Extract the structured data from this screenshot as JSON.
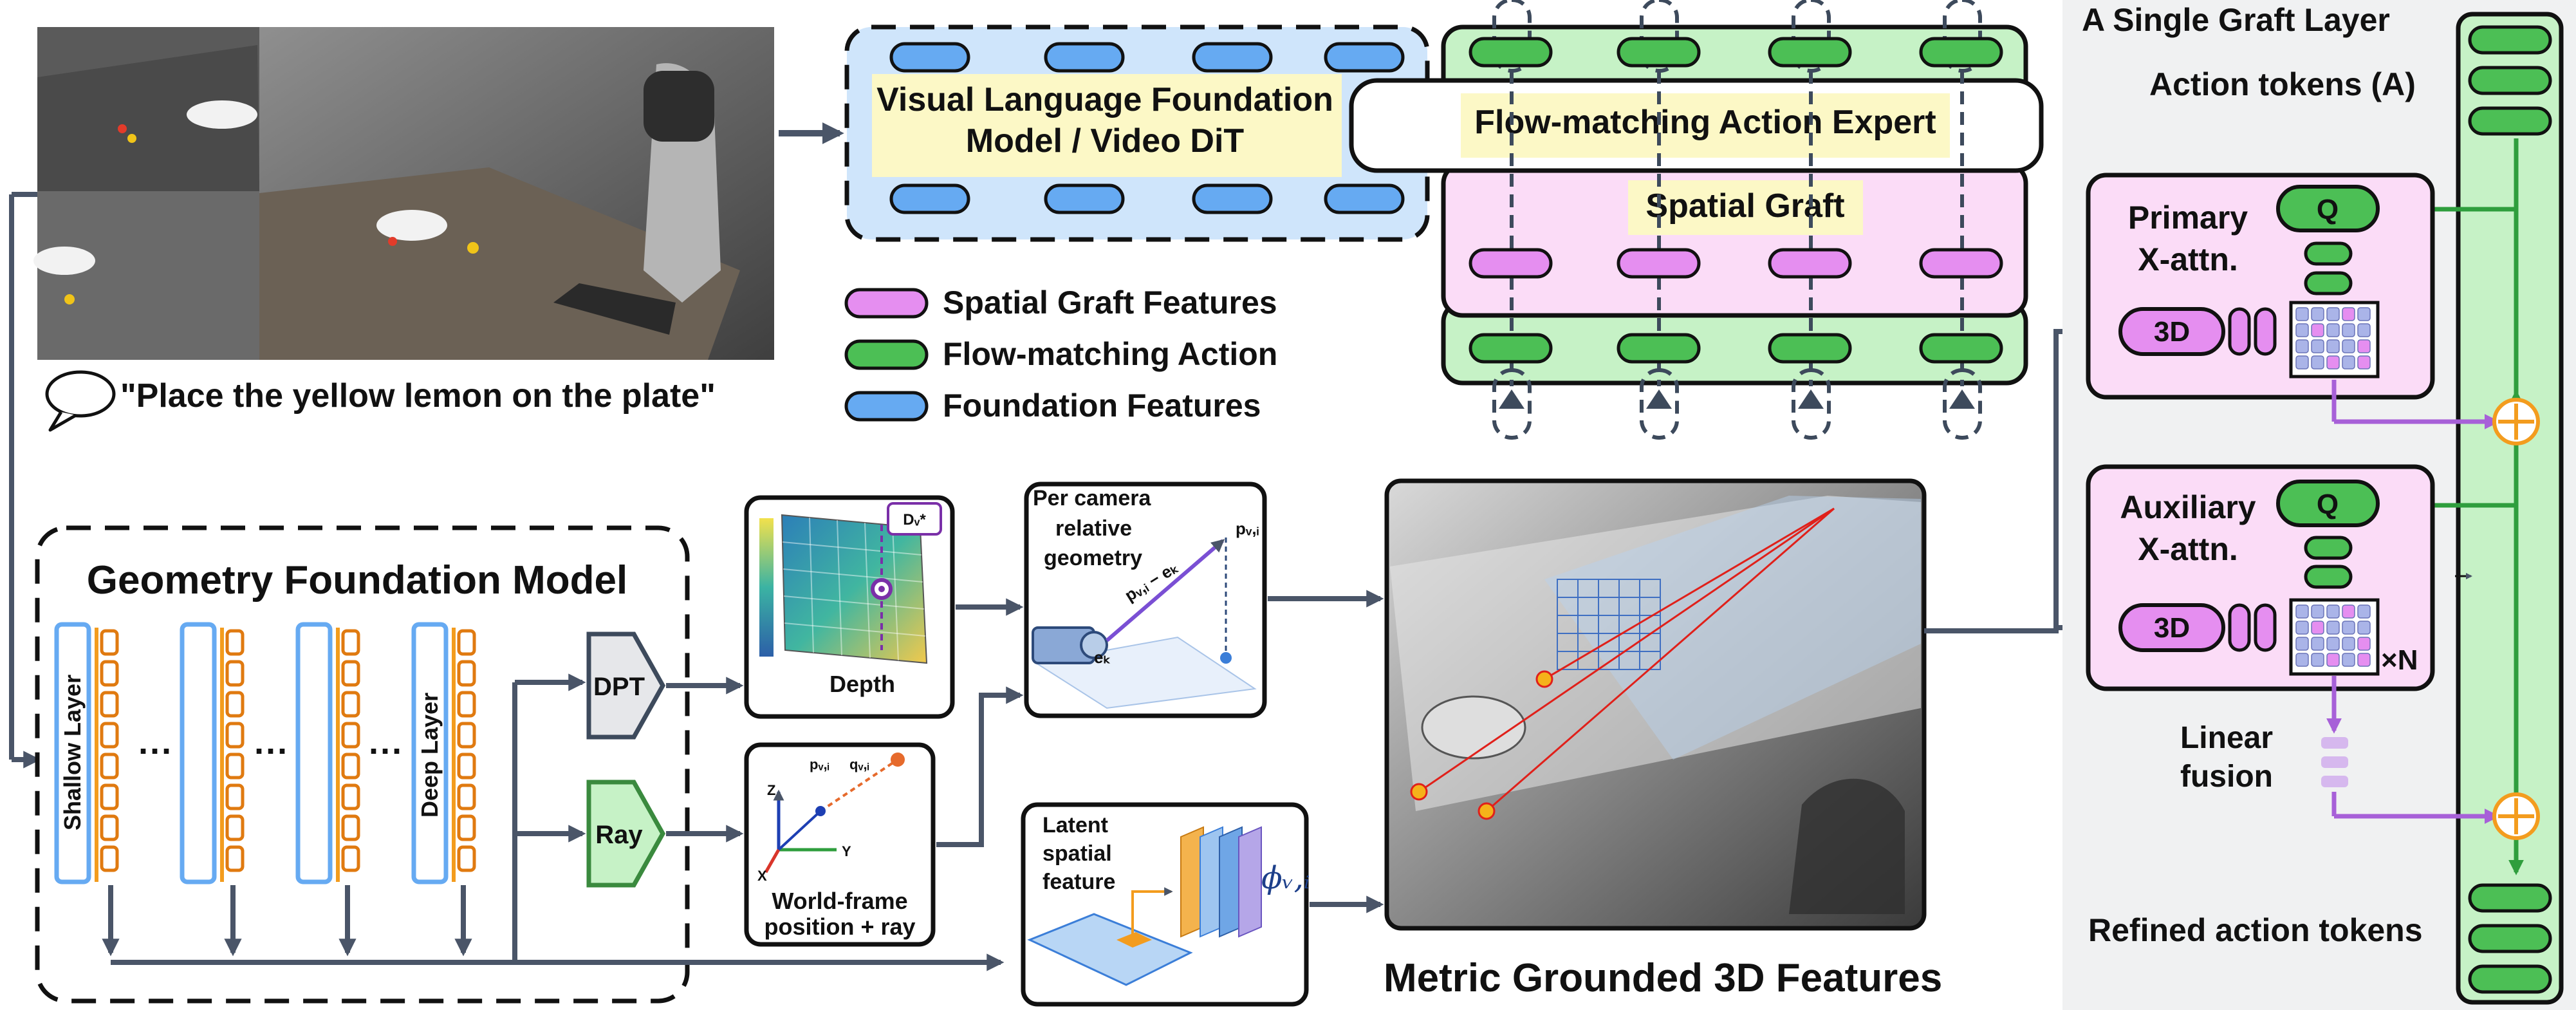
{
  "instruction": "\"Place the yellow lemon on the plate\"",
  "vlm": {
    "line1": "Visual Language Foundation",
    "line2": "Model / Video DiT"
  },
  "action_expert": "Flow-matching Action Expert",
  "spatial_graft": "Spatial Graft",
  "legend": [
    {
      "label": "Spatial Graft Features",
      "color": "#e58ef0"
    },
    {
      "label": "Flow-matching Action",
      "color": "#4cbf55"
    },
    {
      "label": "Foundation Features",
      "color": "#66aaf2"
    }
  ],
  "gfm": {
    "title": "Geometry Foundation Model",
    "shallow": "Shallow Layer",
    "deep": "Deep Layer",
    "ellipsis": "···",
    "dpt": "DPT",
    "ray": "Ray"
  },
  "depth": {
    "label": "Depth",
    "dv": "Dᵥ*"
  },
  "world": {
    "line1": "World-frame",
    "line2": "position + ray",
    "p": "pᵥ,ᵢ",
    "q": "qᵥ,ᵢ",
    "x": "X",
    "y": "Y",
    "z": "Z"
  },
  "percam": {
    "line1": "Per camera",
    "line2": "relative",
    "line3": "geometry",
    "p": "pᵥ,ᵢ",
    "diff": "pᵥ,ᵢ − eₖ",
    "e": "eₖ"
  },
  "latent": {
    "line1": "Latent",
    "line2": "spatial",
    "line3": "feature",
    "phi": "ϕᵥ,ᵢ"
  },
  "metric_title": "Metric Grounded 3D Features",
  "graft_layer": {
    "title": "A Single Graft Layer",
    "action_tokens": "Action tokens (A)",
    "primary1": "Primary",
    "primary2": "X-attn.",
    "aux1": "Auxiliary",
    "aux2": "X-attn.",
    "q": "Q",
    "threed": "3D",
    "times_n": "×N",
    "linear1": "Linear",
    "linear2": "fusion",
    "refined": "Refined action tokens",
    "plus": "+"
  },
  "colors": {
    "green": "#4cbf55",
    "green_text": "#2e8b3a",
    "pink": "#e58ef0",
    "pink_bg": "#fbdcf7",
    "blue": "#66aaf2",
    "blue_bg": "#cfe5fb",
    "yellow_bg": "#fcf8c6",
    "purple": "#a760d8",
    "orange": "#f39c1e",
    "arrow": "#4a5568",
    "panel_bg": "#f0f1f2"
  }
}
